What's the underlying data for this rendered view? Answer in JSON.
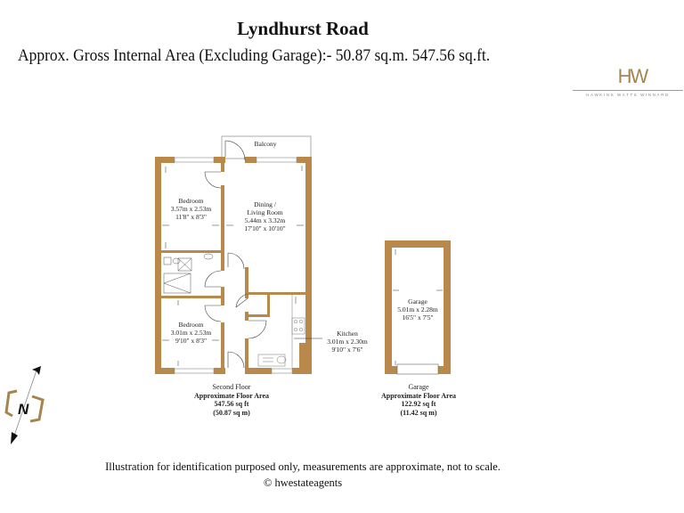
{
  "header": {
    "title": "Lyndhurst Road",
    "subtitle": "Approx. Gross Internal Area (Excluding Garage):- 50.87 sq.m. 547.56 sq.ft."
  },
  "logo": {
    "mark": "HW",
    "name": "HAWKINS WATTS WINNARD",
    "color": "#a58553"
  },
  "colors": {
    "wall": "#b8894a",
    "line": "#555555"
  },
  "floorplan": {
    "rooms": [
      {
        "name": "Balcony",
        "metric": "",
        "imperial": ""
      },
      {
        "name": "Bedroom",
        "metric": "3.57m x 2.53m",
        "imperial": "11'8\" x 8'3\""
      },
      {
        "name": "Dining / Living Room",
        "name_line1": "Dining /",
        "name_line2": "Living Room",
        "metric": "5.44m x 3.32m",
        "imperial": "17'10\" x 10'10\""
      },
      {
        "name": "Bedroom",
        "metric": "3.01m x 2.53m",
        "imperial": "9'10\" x 8'3\""
      },
      {
        "name": "Kitchen",
        "metric": "3.01m x 2.30m",
        "imperial": "9'10\" x 7'6\""
      }
    ],
    "caption": {
      "floor": "Second Floor",
      "label": "Approximate Floor Area",
      "sqft": "547.56 sq ft",
      "sqm": "(50.87 sq m)"
    }
  },
  "garage": {
    "room": {
      "name": "Garage",
      "metric": "5.01m x 2.28m",
      "imperial": "16'5\" x 7'5\""
    },
    "caption": {
      "floor": "Garage",
      "label": "Approximate Floor Area",
      "sqft": "122.92 sq ft",
      "sqm": "(11.42 sq m)"
    }
  },
  "compass": {
    "label": "N",
    "icon": "north-arrow-icon"
  },
  "footer": {
    "disclaimer": "Illustration for identification purposed only, measurements are approximate, not to scale.",
    "copyright": "© hwestateagents"
  }
}
